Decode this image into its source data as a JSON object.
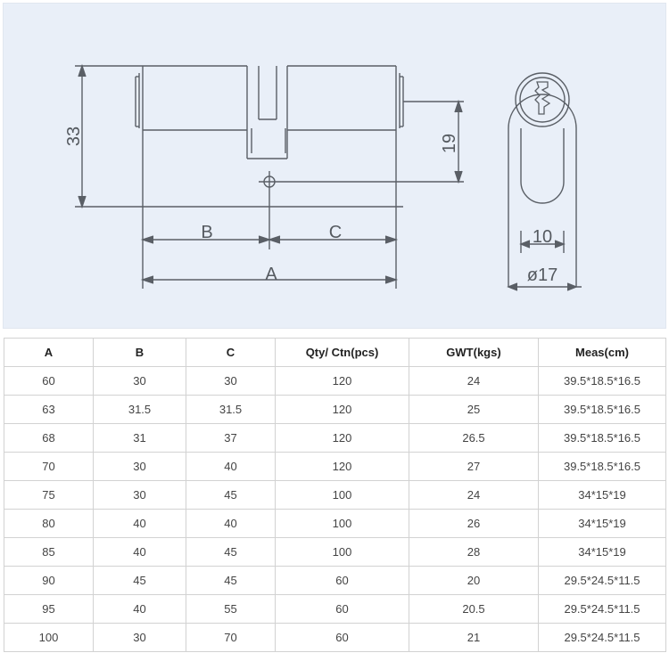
{
  "drawing": {
    "labels": {
      "height_33": "33",
      "height_19": "19",
      "dim_b": "B",
      "dim_c": "C",
      "dim_a": "A",
      "width_10": "10",
      "diameter_17": "ø17"
    },
    "line_color": "#5a5f66",
    "background": "#e9eff8"
  },
  "table": {
    "headers": [
      "A",
      "B",
      "C",
      "Qty/ Ctn(pcs)",
      "GWT(kgs)",
      "Meas(cm)"
    ],
    "rows": [
      [
        "60",
        "30",
        "30",
        "120",
        "24",
        "39.5*18.5*16.5"
      ],
      [
        "63",
        "31.5",
        "31.5",
        "120",
        "25",
        "39.5*18.5*16.5"
      ],
      [
        "68",
        "31",
        "37",
        "120",
        "26.5",
        "39.5*18.5*16.5"
      ],
      [
        "70",
        "30",
        "40",
        "120",
        "27",
        "39.5*18.5*16.5"
      ],
      [
        "75",
        "30",
        "45",
        "100",
        "24",
        "34*15*19"
      ],
      [
        "80",
        "40",
        "40",
        "100",
        "26",
        "34*15*19"
      ],
      [
        "85",
        "40",
        "45",
        "100",
        "28",
        "34*15*19"
      ],
      [
        "90",
        "45",
        "45",
        "60",
        "20",
        "29.5*24.5*11.5"
      ],
      [
        "95",
        "40",
        "55",
        "60",
        "20.5",
        "29.5*24.5*11.5"
      ],
      [
        "100",
        "30",
        "70",
        "60",
        "21",
        "29.5*24.5*11.5"
      ]
    ]
  }
}
